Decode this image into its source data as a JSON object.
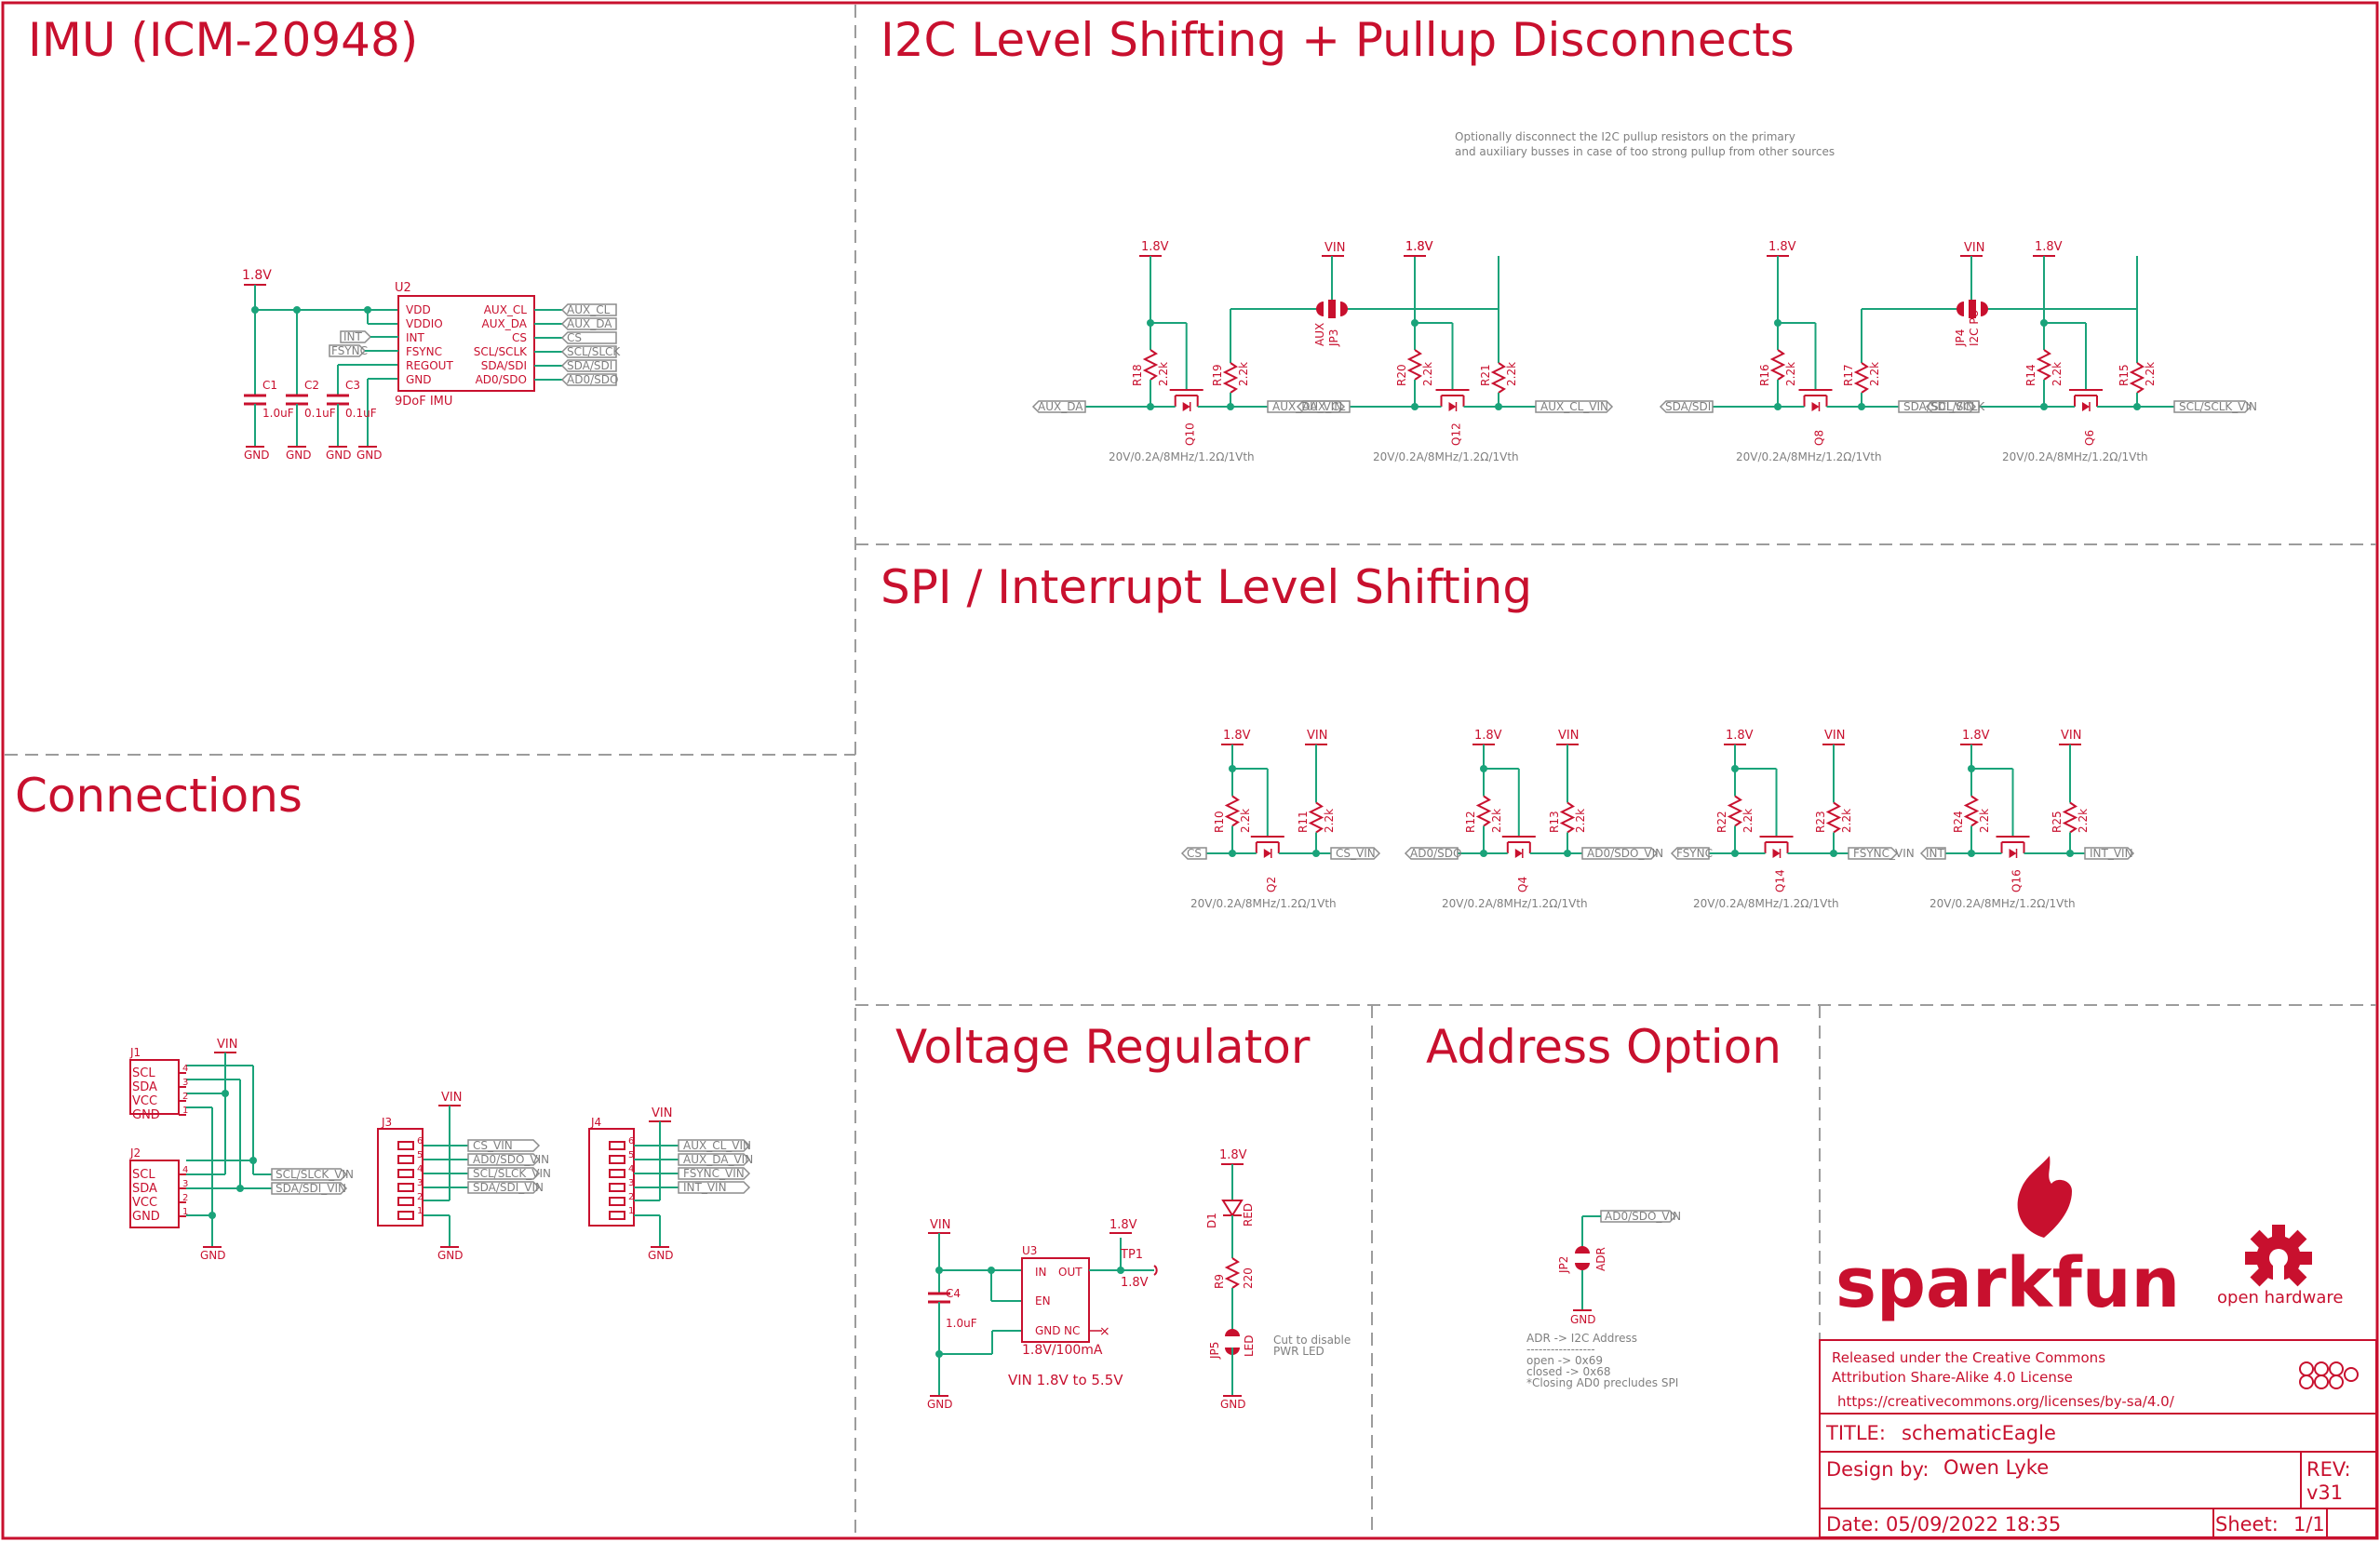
{
  "sections": {
    "imu": "IMU (ICM-20948)",
    "i2c": "I2C Level Shifting + Pullup Disconnects",
    "spi": "SPI / Interrupt Level Shifting",
    "connections": "Connections",
    "regulator": "Voltage Regulator",
    "address": "Address Option"
  },
  "note": {
    "line1": "Optionally disconnect the I2C pullup resistors on the primary",
    "line2": "and auxiliary busses in case of too strong pullup from other sources"
  },
  "imu": {
    "supply": "1.8V",
    "chip_ref": "U2",
    "chip_name": "9DoF IMU",
    "left_pins": [
      "VDD",
      "VDDIO",
      "INT",
      "FSYNC",
      "REGOUT",
      "GND"
    ],
    "right_pins": [
      "AUX_CL",
      "AUX_DA",
      "CS",
      "SCL/SCLK",
      "SDA/SDI",
      "AD0/SDO"
    ],
    "left_tags": [
      "INT",
      "FSYNC"
    ],
    "right_tags": [
      "AUX_CL",
      "AUX_DA",
      "CS",
      "SCL/SLCK",
      "SDA/SDI",
      "AD0/SDO"
    ],
    "caps": [
      {
        "ref": "C1",
        "value": "1.0uF"
      },
      {
        "ref": "C2",
        "value": "0.1uF"
      },
      {
        "ref": "C3",
        "value": "0.1uF"
      }
    ],
    "gnd": "GND"
  },
  "common": {
    "v18": "1.8V",
    "vin": "VIN",
    "gnd": "GND",
    "res_value": "2.2k",
    "fet_spec": "20V/0.2A/8MHz/1.2Ω/1Vth"
  },
  "i2c_jumpers": [
    {
      "ref": "JP3",
      "name": "AUX"
    },
    {
      "ref": "JP4",
      "name": "I2C PU"
    }
  ],
  "i2c_shifters": [
    {
      "r1": "R18",
      "r2": "R19",
      "q": "Q10",
      "left": "AUX_DA",
      "right": "AUX_DA_VIN"
    },
    {
      "r1": "R20",
      "r2": "R21",
      "q": "Q12",
      "left": "AUX_CL",
      "right": "AUX_CL_VIN"
    },
    {
      "r1": "R16",
      "r2": "R17",
      "q": "Q8",
      "left": "SDA/SDI",
      "right": "SDA/SDI_VIN"
    },
    {
      "r1": "R14",
      "r2": "R15",
      "q": "Q6",
      "left": "SCL/SCLK",
      "right": "SCL/SCLK_VIN"
    }
  ],
  "spi_shifters": [
    {
      "r1": "R10",
      "r2": "R11",
      "q": "Q2",
      "left": "CS",
      "right": "CS_VIN"
    },
    {
      "r1": "R12",
      "r2": "R13",
      "q": "Q4",
      "left": "AD0/SDO",
      "right": "AD0/SDO_VIN"
    },
    {
      "r1": "R22",
      "r2": "R23",
      "q": "Q14",
      "left": "FSYNC",
      "right": "FSYNC_VIN"
    },
    {
      "r1": "R24",
      "r2": "R25",
      "q": "Q16",
      "left": "INT",
      "right": "INT_VIN"
    }
  ],
  "connectors": {
    "j1": {
      "ref": "J1",
      "pins": [
        "SCL",
        "SDA",
        "VCC",
        "GND"
      ],
      "nums": [
        "4",
        "3",
        "2",
        "1"
      ]
    },
    "j2": {
      "ref": "J2",
      "pins": [
        "SCL",
        "SDA",
        "VCC",
        "GND"
      ],
      "nums": [
        "4",
        "3",
        "2",
        "1"
      ]
    },
    "j1j2_tags": [
      "SCL/SLCK_VIN",
      "SDA/SDI_VIN"
    ],
    "j3": {
      "ref": "J3",
      "nums": [
        "6",
        "5",
        "4",
        "3",
        "2",
        "1"
      ],
      "tags": [
        "CS_VIN",
        "AD0/SDO_VIN",
        "SCL/SLCK_VIN",
        "SDA/SDI_VIN"
      ]
    },
    "j4": {
      "ref": "J4",
      "nums": [
        "6",
        "5",
        "4",
        "3",
        "2",
        "1"
      ],
      "tags": [
        "AUX_CL_VIN",
        "AUX_DA_VIN",
        "FSYNC_VIN",
        "INT_VIN"
      ]
    }
  },
  "regulator": {
    "vin": "VIN",
    "vout": "1.8V",
    "tp": "TP1",
    "tp_label": "1.8V",
    "cap_ref": "C4",
    "cap_value": "1.0uF",
    "chip_ref": "U3",
    "pins": [
      "IN",
      "OUT",
      "EN",
      "GND",
      "NC"
    ],
    "chip_value": "1.8V/100mA",
    "range": "VIN 1.8V to 5.5V",
    "led_ref": "D1",
    "led_color": "RED",
    "res_ref": "R9",
    "res_value": "220",
    "jp_ref": "JP5",
    "jp_name": "LED",
    "cut_note1": "Cut to disable",
    "cut_note2": "PWR LED",
    "gnd": "GND"
  },
  "address": {
    "tag": "AD0/SDO_VIN",
    "jp_ref": "JP2",
    "jp_name": "ADR",
    "gnd": "GND",
    "notes": [
      "ADR -> I2C Address",
      "-----------------",
      "open -> 0x69",
      "closed -> 0x68",
      "*Closing AD0 precludes SPI"
    ]
  },
  "titleblock": {
    "brand": "sparkfun",
    "oh": "open hardware",
    "license1": "Released under the Creative Commons",
    "license2": "Attribution Share-Alike 4.0 License",
    "license3": "https://creativecommons.org/licenses/by-sa/4.0/",
    "title_label": "TITLE:",
    "title_value": "schematicEagle",
    "design_label": "Design by:",
    "design_value": "Owen Lyke",
    "rev_label": "REV:",
    "rev_value": "v31",
    "date_label": "Date:",
    "date_value": "05/09/2022 18:35",
    "sheet_label": "Sheet:",
    "sheet_value": "1/1"
  },
  "colors": {
    "accent": "#c8102e",
    "wire": "#1aa37a",
    "net_tag": "#8c8c8c"
  }
}
